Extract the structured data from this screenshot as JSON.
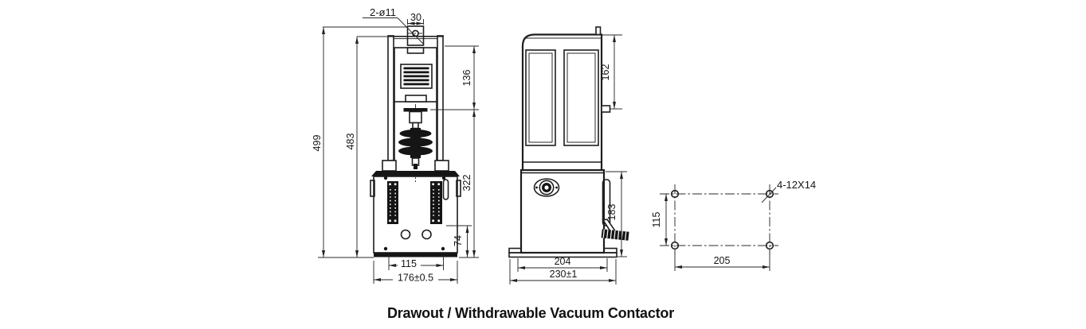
{
  "caption": "Drawout / Withdrawable Vacuum Contactor",
  "colors": {
    "line": "#1e1e1e",
    "background": "#ffffff"
  },
  "front_view": {
    "callout_top_holes": "2-ø11",
    "dim_tab_width": "30",
    "dim_vent_section_height": "136",
    "dim_overall_height": "499",
    "dim_body_height": "483",
    "dim_lower_section_height": "322",
    "dim_terminal_to_base": "74",
    "dim_hole_spacing": "115",
    "dim_base_width": "176±0.5"
  },
  "side_view": {
    "dim_upper_section_height": "162",
    "dim_box_height": "183",
    "dim_box_depth": "204",
    "dim_base_depth": "230±1"
  },
  "mounting_plan": {
    "callout_holes": "4-12X14",
    "dim_vertical_spacing": "115",
    "dim_horizontal_spacing": "205"
  }
}
